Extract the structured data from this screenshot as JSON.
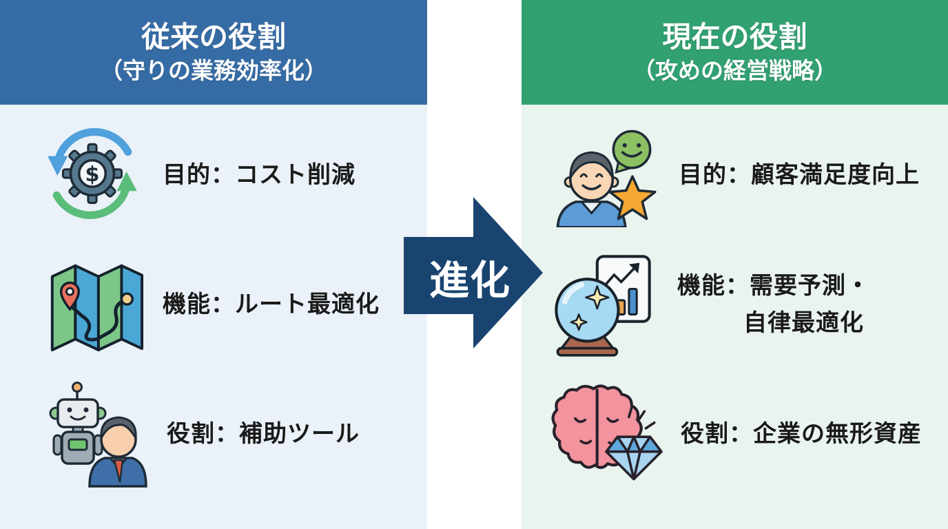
{
  "left_panel": {
    "title": "従来の役割",
    "subtitle": "（守りの業務効率化）",
    "items": [
      {
        "icon": "cost-cycle-icon",
        "label": "目的：コスト削減"
      },
      {
        "icon": "route-map-icon",
        "label": "機能：ルート最適化"
      },
      {
        "icon": "robot-assistant-icon",
        "label": "役割：補助ツール"
      }
    ]
  },
  "arrow": {
    "label": "進化"
  },
  "right_panel": {
    "title": "現在の役割",
    "subtitle": "（攻めの経営戦略）",
    "items": [
      {
        "icon": "customer-satisfaction-icon",
        "label": "目的：顧客満足度向上"
      },
      {
        "icon": "forecast-crystal-ball-icon",
        "label_line1": "機能：需要予測・",
        "label_line2": "自律最適化"
      },
      {
        "icon": "brain-diamond-icon",
        "label": "役割：企業の無形資産"
      }
    ]
  },
  "colors": {
    "header_blue": "#366CA5",
    "header_green": "#32A172",
    "arrow_navy": "#1A4470",
    "panel_blue_bg": "#EAF1F8",
    "panel_green_bg": "#EAF4EE",
    "divider_white": "#FFFFFF",
    "label_text": "#1A1A1A"
  }
}
